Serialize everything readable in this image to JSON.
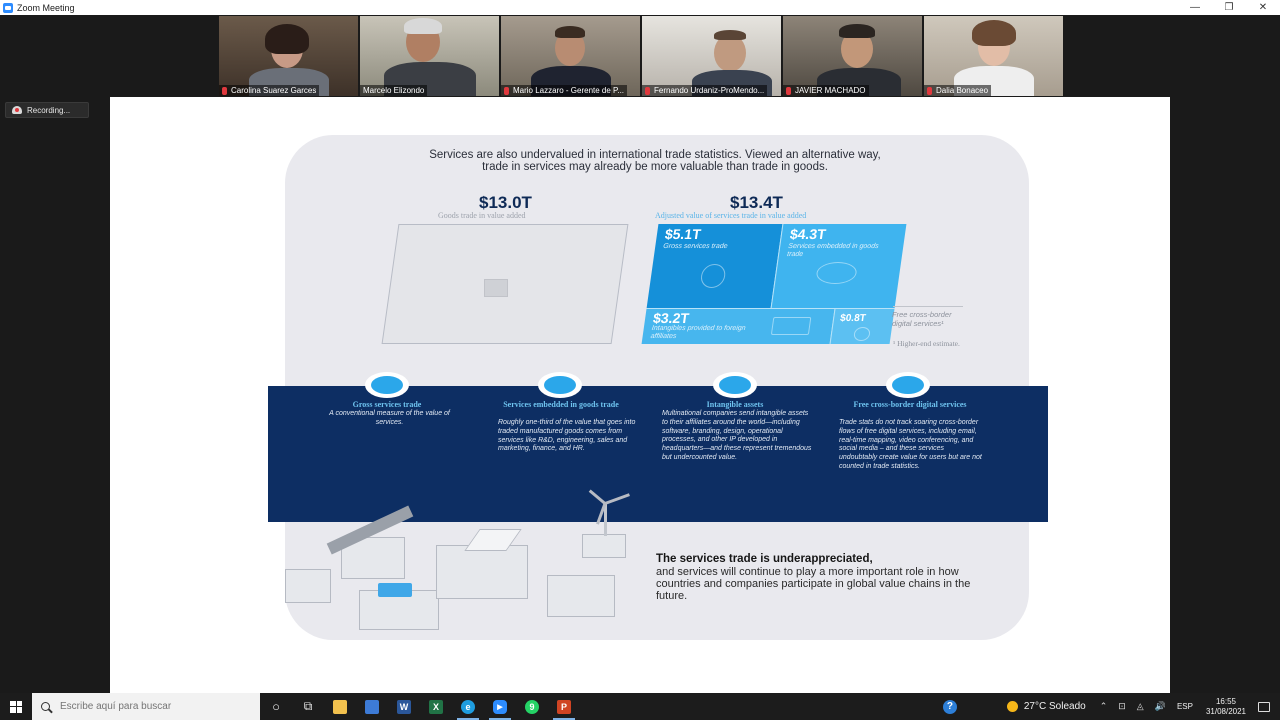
{
  "window": {
    "title": "Zoom Meeting",
    "controls": [
      "—",
      "❐",
      "✕"
    ]
  },
  "participants": [
    {
      "name": "Carolina Suarez Garces",
      "active": false
    },
    {
      "name": "Marcelo Elizondo",
      "active": true
    },
    {
      "name": "Mario Lazzaro - Gerente de P...",
      "active": false
    },
    {
      "name": "Fernando Urdaniz-ProMendo...",
      "active": false
    },
    {
      "name": "JAVIER MACHADO",
      "active": false
    },
    {
      "name": "Dalia Bonaceo",
      "active": false
    }
  ],
  "recording": {
    "label": "Recording..."
  },
  "slide": {
    "intro": "Services are also undervalued in international trade statistics. Viewed an alternative way, trade in services may already be more valuable than trade in goods.",
    "goods": {
      "value": "$13.0T",
      "label": "Goods trade in value added"
    },
    "services": {
      "value": "$13.4T",
      "label": "Adjusted value of services trade in value added"
    },
    "blocks": [
      {
        "value": "$5.1T",
        "label": "Gross services trade"
      },
      {
        "value": "$4.3T",
        "label": "Services embedded in goods trade"
      },
      {
        "value": "$3.2T",
        "label": "Intangibles provided to foreign affiliates"
      },
      {
        "value": "$0.8T",
        "label": ""
      }
    ],
    "free_note": "Free cross-border digital services¹",
    "higher_note": "¹ Higher-end estimate.",
    "columns": [
      {
        "head": "Gross services trade",
        "text": "A conventional measure of the value of services."
      },
      {
        "head": "Services embedded in goods trade",
        "text": "Roughly one-third of the value that goes into traded manufactured goods comes from services like R&D, engineering, sales and marketing, finance, and HR."
      },
      {
        "head": "Intangible assets",
        "text": "Multinational companies send intangible assets to their affiliates around the world—including software, branding, design, operational processes, and other IP developed in headquarters—and these represent tremendous but undercounted value."
      },
      {
        "head": "Free cross-border digital services",
        "text": "Trade stats do not track soaring cross-border flows of free digital services, including email, real-time mapping, video conferencing, and social media – and these services undoubtably create value for users but are not counted in trade statistics."
      }
    ],
    "bottom_bold": "The services trade is underappreciated,",
    "bottom_text": "and services will continue to play a more important role in how countries and companies participate in global value chains in the future."
  },
  "taskbar": {
    "search_placeholder": "Escribe aquí para buscar",
    "apps": [
      {
        "name": "cortana",
        "glyph": "○",
        "color": "transparent"
      },
      {
        "name": "task-view",
        "glyph": "⧉",
        "color": "transparent"
      },
      {
        "name": "file-explorer",
        "glyph": "",
        "color": "#f2c14e"
      },
      {
        "name": "calculator",
        "glyph": "",
        "color": "#3d7bd6"
      },
      {
        "name": "word",
        "glyph": "W",
        "color": "#2b579a"
      },
      {
        "name": "excel",
        "glyph": "X",
        "color": "#217346"
      },
      {
        "name": "edge",
        "glyph": "e",
        "color": "#1e9de0"
      },
      {
        "name": "zoom",
        "glyph": "▶",
        "color": "#2d8cff"
      },
      {
        "name": "whatsapp",
        "glyph": "9",
        "color": "#25d366"
      },
      {
        "name": "powerpoint",
        "glyph": "P",
        "color": "#d04423"
      }
    ],
    "weather": "27°C  Soleado",
    "tray_glyphs": [
      "⌃",
      "⊡",
      "◬",
      "🔊"
    ],
    "lang": "ESP",
    "time": "16:55",
    "date": "31/08/2021"
  },
  "colors": {
    "band": "#0d2e63",
    "accent": "#1590d9",
    "active_speaker": "#8fd14f"
  }
}
